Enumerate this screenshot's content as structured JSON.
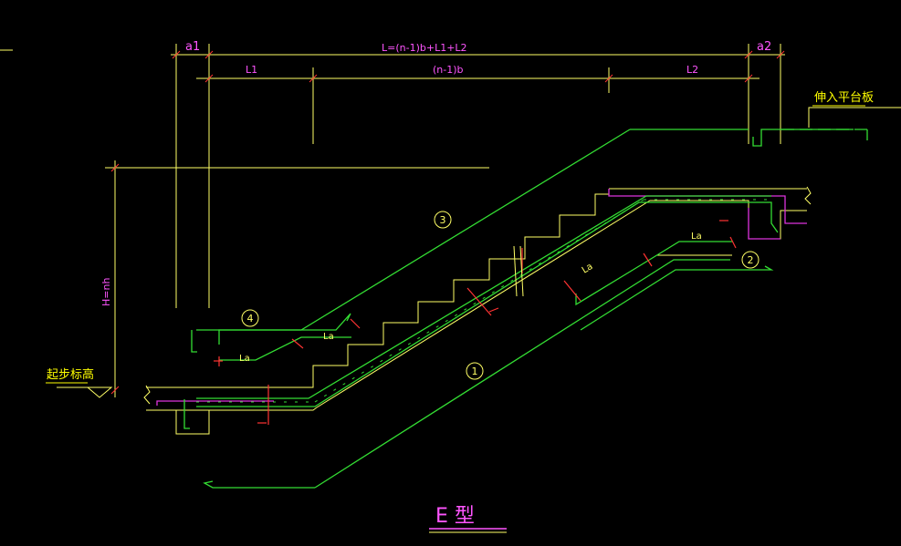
{
  "colors": {
    "background": "#000000",
    "dimension": "#ffff66",
    "outline": "#ffff66",
    "rebar_main": "#33dd33",
    "rebar_magenta": "#dd33dd",
    "mark_red": "#ff3333",
    "label_yellow": "#ffff00",
    "label_magenta": "#ff55ff"
  },
  "dimensions": {
    "a1": "a1",
    "a2": "a2",
    "total": "L=(n-1)b+L1+L2",
    "L1": "L1",
    "nb": "(n-1)b",
    "L2": "L2",
    "height": "H=nh"
  },
  "labels": {
    "landing_slab": "伸入平台板",
    "start_elevation": "起步标高",
    "title": "E 型",
    "anchor_La": "La"
  },
  "bar_marks": [
    "1",
    "2",
    "3",
    "4"
  ]
}
